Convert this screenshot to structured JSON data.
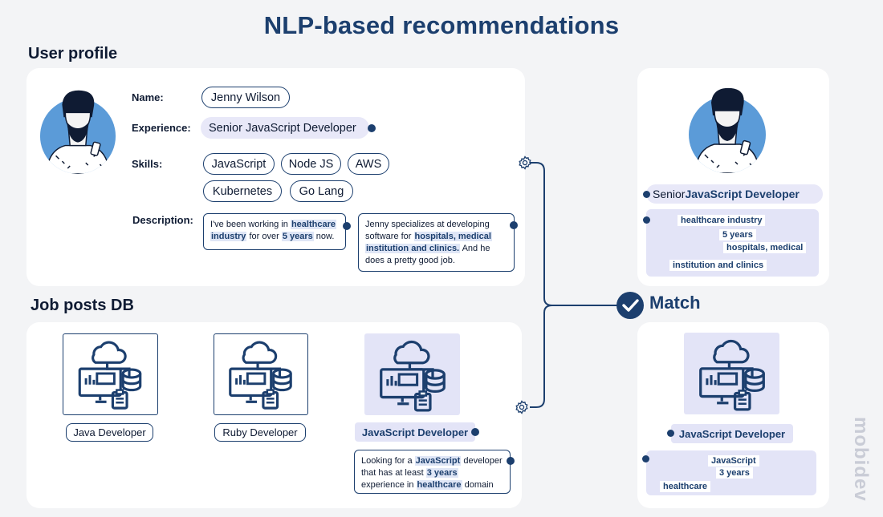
{
  "title": "NLP-based recommendations",
  "sections": {
    "user_profile": "User profile",
    "job_posts": "Job posts DB"
  },
  "profile": {
    "name_label": "Name:",
    "name": "Jenny Wilson",
    "experience_label": "Experience:",
    "experience": "Senior JavaScript Developer",
    "skills_label": "Skills:",
    "skills": [
      "JavaScript",
      "Node JS",
      "AWS",
      "Kubernetes",
      "Go Lang"
    ],
    "description_label": "Description:",
    "desc1": {
      "t1": "I've been working in ",
      "h1": "healthcare",
      "t2": " ",
      "h2": "industry",
      "t3": " for over ",
      "h3": "5 years",
      "t4": " now."
    },
    "desc2": {
      "t1": "Jenny specializes at developing software for ",
      "h1": "hospitals, medical",
      "t2": " ",
      "h2": "institution and clinics.",
      "t3": " And he does a pretty good job."
    }
  },
  "jobs": [
    {
      "label": "Java Developer"
    },
    {
      "label": "Ruby Developer"
    },
    {
      "label": "JavaScript Developer"
    }
  ],
  "job_desc": {
    "t1": "Looking for a ",
    "h1": "JavaScript",
    "t2": " developer that has at least ",
    "h2": "3 years",
    "t3": " experience in ",
    "h3": "healthcare",
    "t4": " domain"
  },
  "match": {
    "label": "Match",
    "profile_title_plain": "Senior ",
    "profile_title_bold": "JavaScript Developer",
    "profile_keywords": [
      "healthcare industry",
      "5 years",
      "hospitals, medical",
      "institution and clinics"
    ],
    "job_title": "JavaScript Developer",
    "job_keywords": [
      "JavaScript",
      "3 years",
      "healthcare"
    ]
  },
  "watermark": "mobidev",
  "icons": [
    "person-avatar-icon",
    "gear-icon",
    "check-circle-icon",
    "cloud-server-icon"
  ],
  "colors": {
    "primary": "#1c3f6e",
    "highlight": "#dfe6f6",
    "tile_fill": "#e3e4f7",
    "avatar_bg": "#5b9bd8"
  }
}
